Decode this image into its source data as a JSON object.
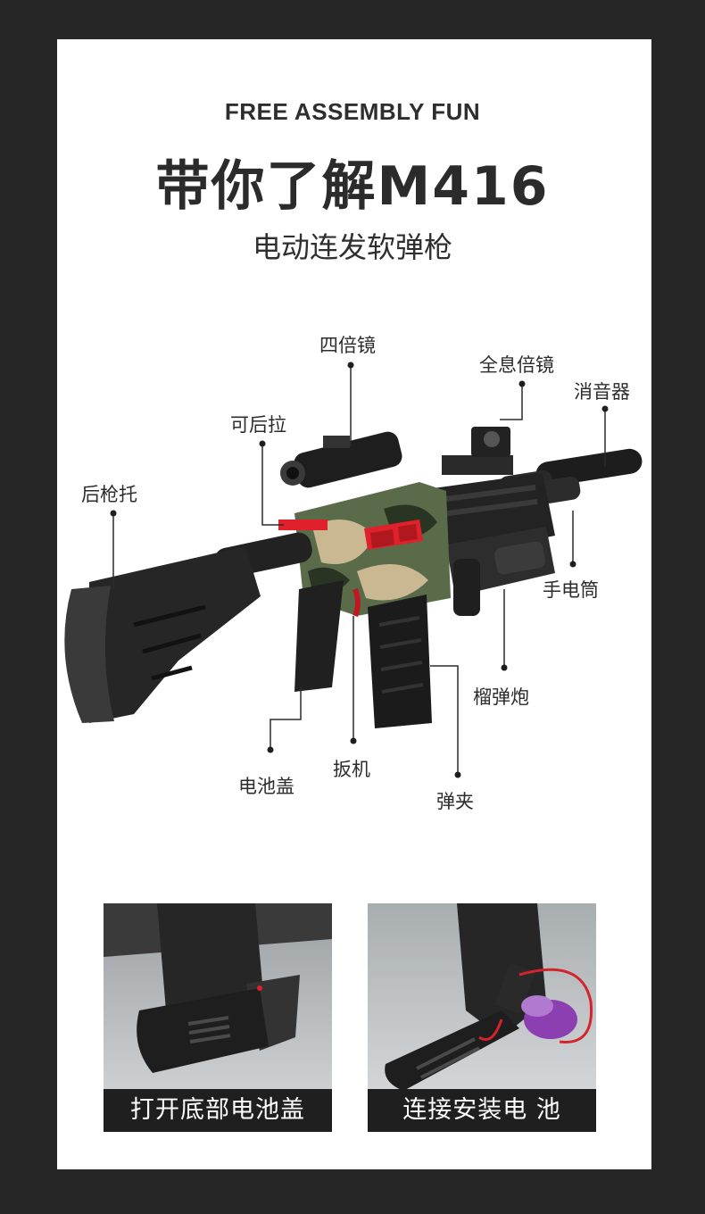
{
  "header": {
    "eyebrow": "FREE ASSEMBLY FUN",
    "title": "带你了解M416",
    "subtitle": "电动连发软弹枪"
  },
  "callouts": {
    "scope_4x": "四倍镜",
    "holo_sight": "全息倍镜",
    "silencer": "消音器",
    "charging_handle": "可后拉",
    "stock": "后枪托",
    "flashlight": "手电筒",
    "grenade_launcher": "榴弹炮",
    "battery_cover": "电池盖",
    "trigger": "扳机",
    "magazine": "弹夹"
  },
  "photos": [
    {
      "caption": "打开底部电池盖"
    },
    {
      "caption": "连接安装电 池"
    }
  ],
  "colors": {
    "page_bg": "#262626",
    "card_bg": "#ffffff",
    "caption_bg": "#1f1f1f",
    "accent_red": "#e0202a"
  }
}
